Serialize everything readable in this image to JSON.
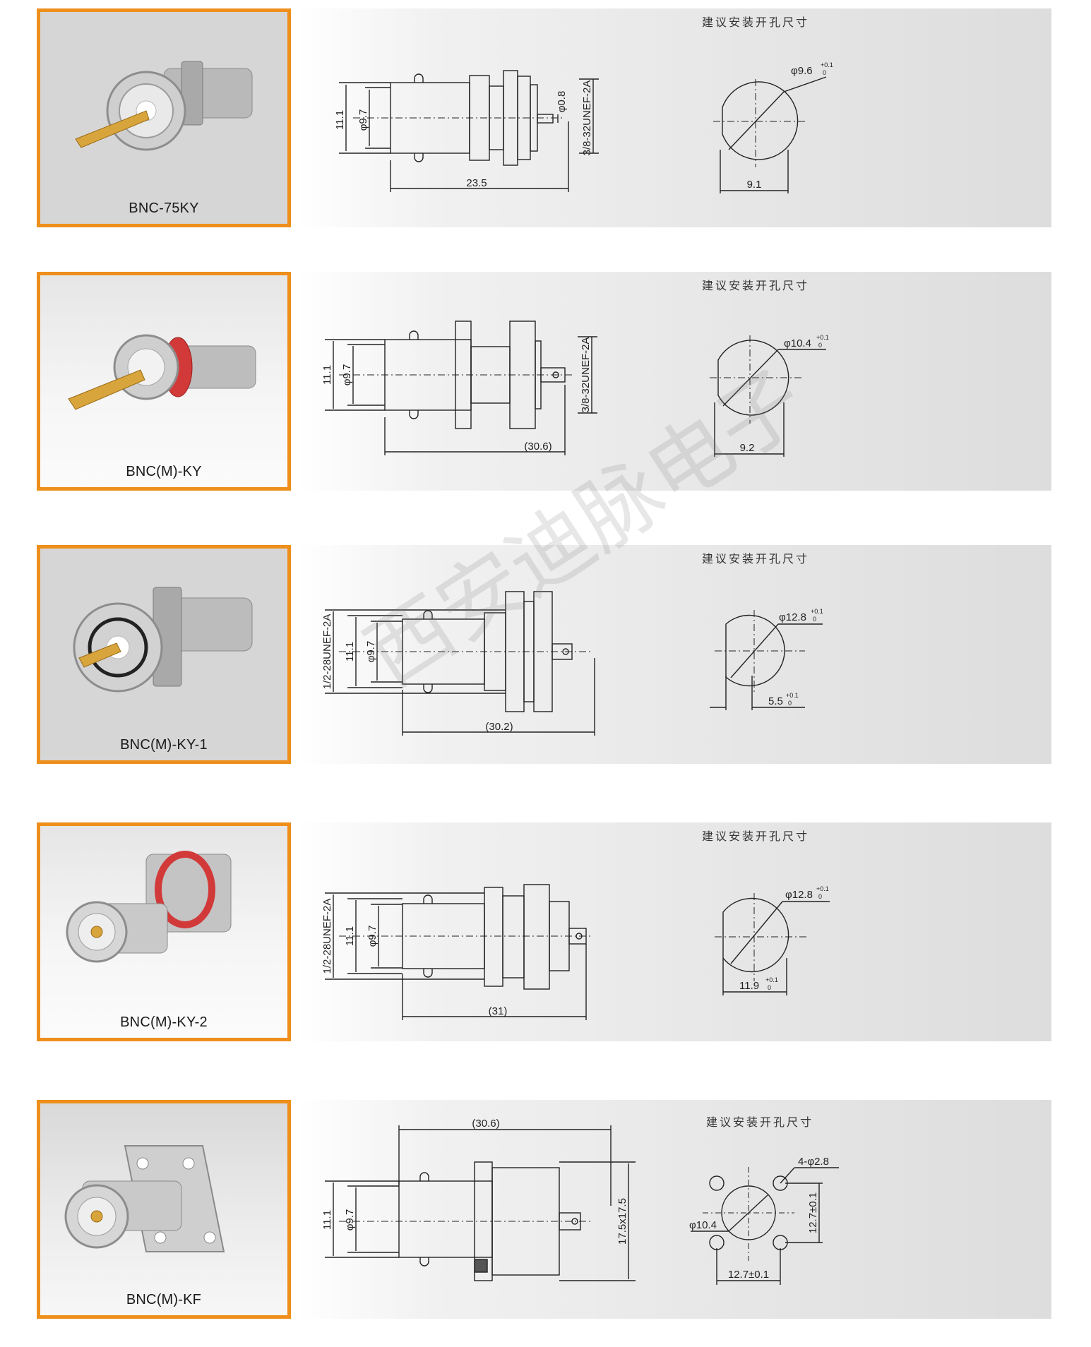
{
  "note_label": "建议安装开孔尺寸",
  "watermark": "西安迪脉电子",
  "products": [
    {
      "model": "BNC-75KY",
      "dims": {
        "len": "23.5",
        "d1": "11.1",
        "d2": "φ9.7",
        "pin": "φ0.8",
        "thread": "3/8-32UNEF-2A"
      },
      "hole": {
        "dia": "φ9.6",
        "tol_up": "+0.1",
        "tol_lo": "0",
        "flat": "9.1"
      }
    },
    {
      "model": "BNC(M)-KY",
      "dims": {
        "len": "(30.6)",
        "d1": "11.1",
        "d2": "φ9.7",
        "thread": "3/8-32UNEF-2A"
      },
      "hole": {
        "dia": "φ10.4",
        "tol_up": "+0.1",
        "tol_lo": "0",
        "flat": "9.2"
      }
    },
    {
      "model": "BNC(M)-KY-1",
      "dims": {
        "len": "(30.2)",
        "d1": "11.1",
        "d2": "φ9.7",
        "thread": "1/2-28UNEF-2A"
      },
      "hole": {
        "dia": "φ12.8",
        "tol_up": "+0.1",
        "tol_lo": "0",
        "flat": "5.5",
        "flat_tol_up": "+0.1",
        "flat_tol_lo": "0"
      }
    },
    {
      "model": "BNC(M)-KY-2",
      "dims": {
        "len": "(31)",
        "d1": "11.1",
        "d2": "φ9.7",
        "thread": "1/2-28UNEF-2A"
      },
      "hole": {
        "dia": "φ12.8",
        "tol_up": "+0.1",
        "tol_lo": "0",
        "flat": "11.9",
        "flat_tol_up": "+0.1",
        "flat_tol_lo": "0"
      }
    },
    {
      "model": "BNC(M)-KF",
      "dims": {
        "len": "(30.6)",
        "d1": "11.1",
        "d2": "φ9.7",
        "flange": "17.5x17.5"
      },
      "hole": {
        "dia": "φ10.4",
        "holes": "4-φ2.8",
        "pitch_v": "12.7±0.1",
        "pitch_h": "12.7±0.1"
      }
    }
  ]
}
